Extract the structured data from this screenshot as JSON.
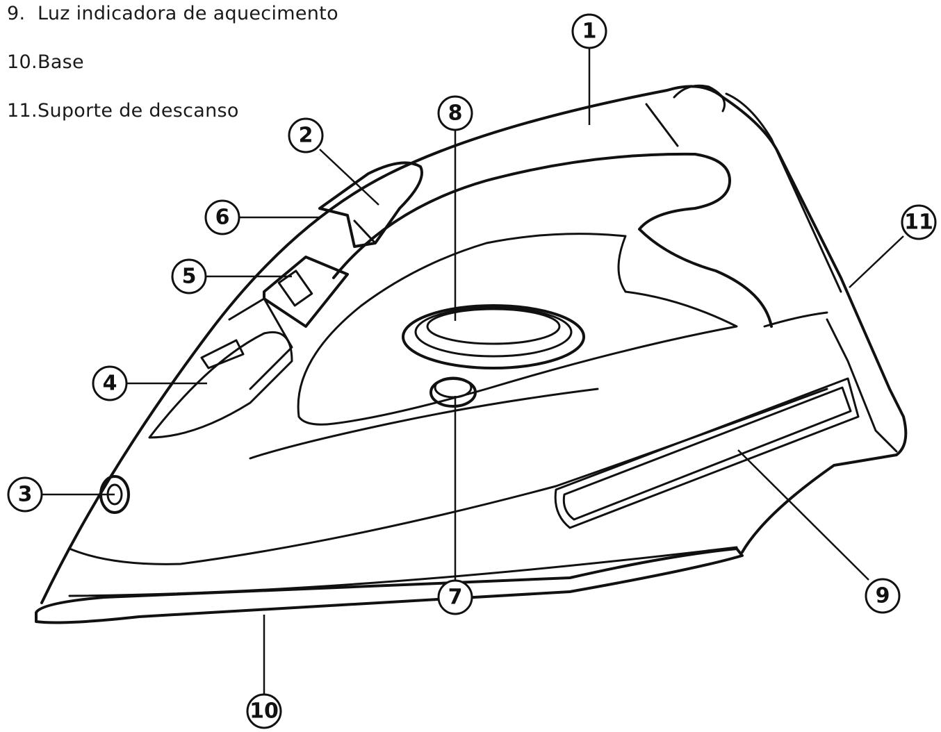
{
  "legend": [
    {
      "num": "9.",
      "text": "Luz indicadora de aquecimento"
    },
    {
      "num": "10.",
      "text": "Base"
    },
    {
      "num": "11.",
      "text": "Suporte de descanso"
    }
  ],
  "callouts": {
    "c1": "1",
    "c2": "2",
    "c3": "3",
    "c4": "4",
    "c5": "5",
    "c6": "6",
    "c7": "7",
    "c8": "8",
    "c9": "9",
    "c10": "10",
    "c11": "11"
  }
}
